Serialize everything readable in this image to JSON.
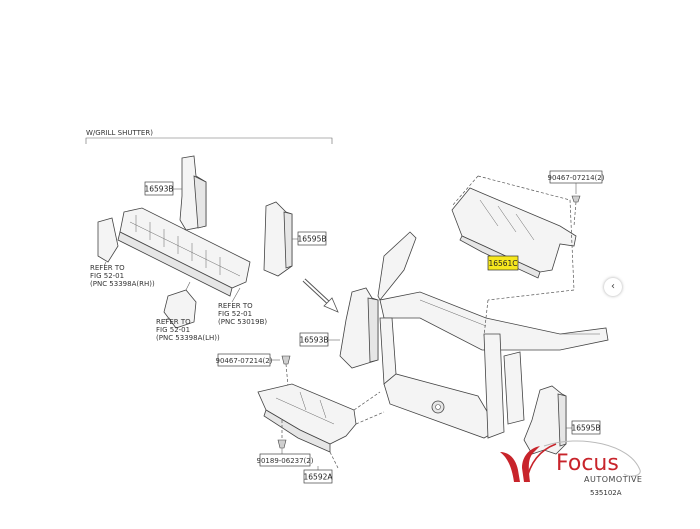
{
  "header_label": "W/GRILL SHUTTER)",
  "parts": {
    "p16593B": "16593B",
    "p16595B_top": "16595B",
    "p16593B_mid": "16593B",
    "p16561C": "16561C",
    "p16595B_right": "16595B",
    "p16592A": "16592A",
    "bolt_top": "90467-07214(2)",
    "bolt_mid": "90467-07214(2)",
    "screw_bottom": "90189-06237(2)"
  },
  "refs": {
    "ref1": [
      "REFER TO",
      "FIG 52-01",
      "(PNC 53398A(RH))"
    ],
    "ref2": [
      "REFER TO",
      "FIG 52-01",
      "(PNC 53398A(LH))"
    ],
    "ref3": [
      "REFER TO",
      "FIG 52-01",
      "(PNC 53019B)"
    ]
  },
  "logo": {
    "name": "Focus",
    "sub": "AUTOMOTIVE",
    "brand_color": "#c8242b"
  },
  "diagram_code": "535102A",
  "side_tab_icon": "chevron-left-icon",
  "side_tab_glyph": "‹"
}
